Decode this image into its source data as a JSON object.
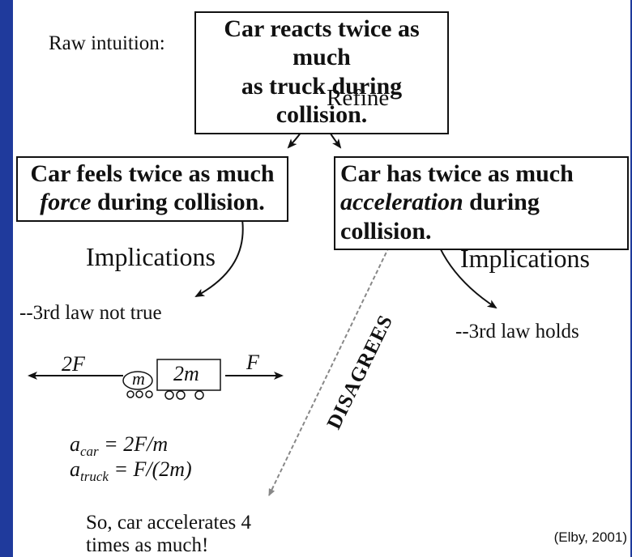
{
  "raw_intuition_label": "Raw intuition:",
  "top_box_line1": "Car reacts twice as much",
  "top_box_line2": "as truck during collision.",
  "refine_label": "Refine",
  "left_box": {
    "line1": "Car feels twice as much",
    "line2_em": "force",
    "line2_rest": " during collision."
  },
  "right_box": {
    "line1": "Car has twice as much",
    "line2_em": "acceleration",
    "line2_rest": " during collision."
  },
  "left_implications": "Implications",
  "right_implications": "Implications",
  "left_result": "--3rd law not true",
  "right_result": "--3rd law holds",
  "disagrees": "DISAGREES",
  "force_left": "2F",
  "force_right": "F",
  "car_mass": "m",
  "truck_mass": "2m",
  "eq_car_var": "a",
  "eq_car_sub": "car",
  "eq_car_rhs": " = 2F/m",
  "eq_truck_var": "a",
  "eq_truck_sub": "truck",
  "eq_truck_rhs": " = F/(2m)",
  "conclusion_line1": "So, car accelerates 4",
  "conclusion_line2": "times as much!",
  "citation": "(Elby, 2001)",
  "colors": {
    "background": "#1f3a9c",
    "panel": "#ffffff",
    "ink": "#111111",
    "dashed": "#777777"
  }
}
